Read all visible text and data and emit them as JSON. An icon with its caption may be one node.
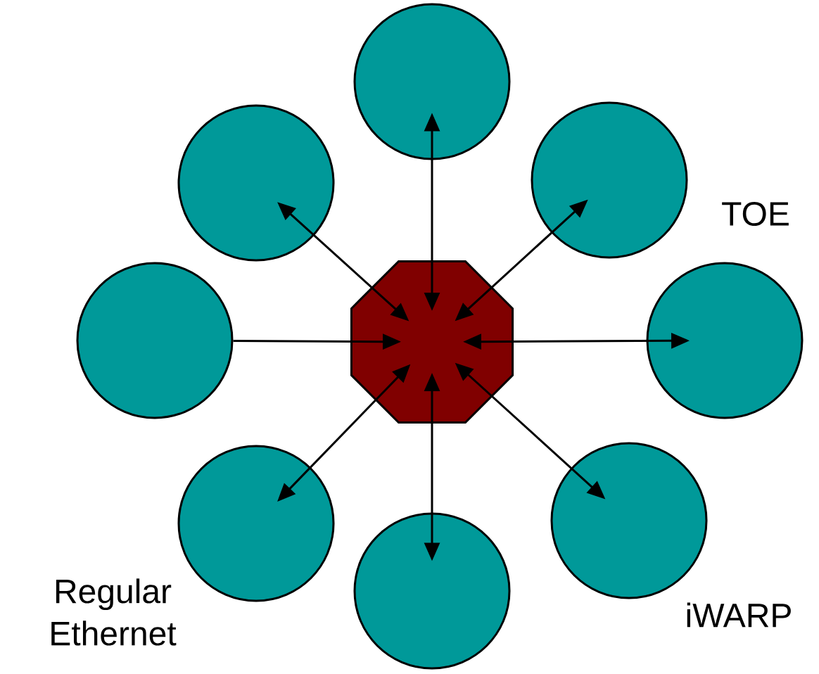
{
  "diagram": {
    "nodes": [
      {
        "text": [],
        "shape": "circle"
      },
      {
        "text": [],
        "shape": "circle"
      },
      {
        "text": [],
        "shape": "circle"
      },
      {
        "text": [],
        "shape": "circle"
      },
      {
        "text": [],
        "shape": "octagon"
      },
      {
        "text": [],
        "shape": "circle"
      },
      {
        "text": [],
        "shape": "circle"
      },
      {
        "text": [],
        "shape": "circle"
      },
      {
        "text": [],
        "shape": "circle"
      }
    ],
    "edges": [
      {
        "from": 4,
        "to": 0,
        "arrow": "both"
      },
      {
        "from": 4,
        "to": 1,
        "arrow": "both"
      },
      {
        "from": 4,
        "to": 2,
        "arrow": "both"
      },
      {
        "from": 3,
        "to": 4,
        "arrow": "to"
      },
      {
        "from": 4,
        "to": 5,
        "arrow": "both"
      },
      {
        "from": 4,
        "to": 6,
        "arrow": "both"
      },
      {
        "from": 4,
        "to": 7,
        "arrow": "both"
      },
      {
        "from": 4,
        "to": 8,
        "arrow": "both"
      }
    ],
    "labels": [
      "TOE",
      "Regular Ethernet",
      "iWARP"
    ]
  }
}
